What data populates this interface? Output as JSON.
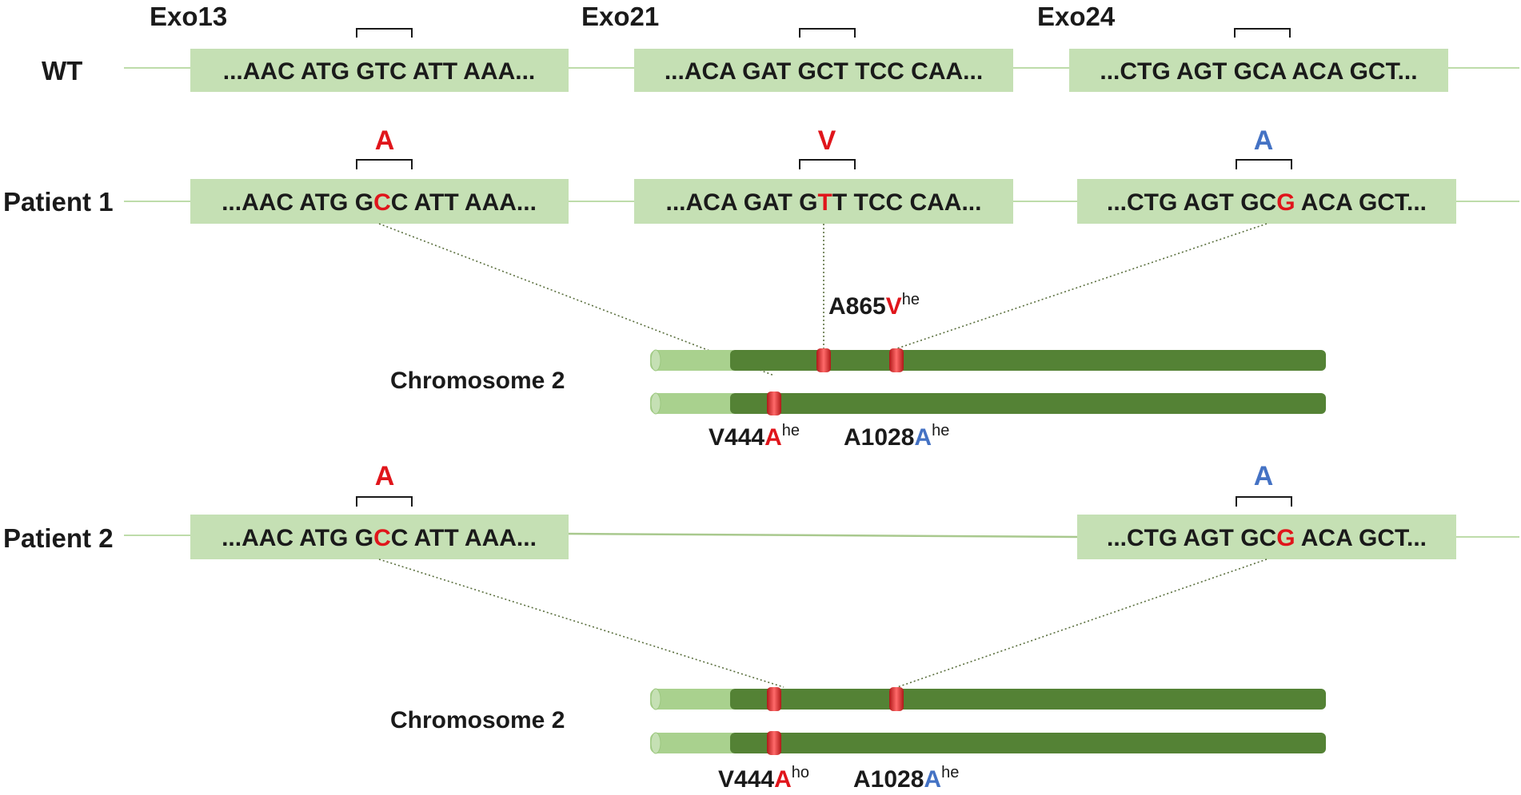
{
  "exons": {
    "exo13": "Exo13",
    "exo21": "Exo21",
    "exo24": "Exo24"
  },
  "rows": {
    "wt": "WT",
    "patient1": "Patient 1",
    "patient2": "Patient 2"
  },
  "sequences": {
    "wt": [
      {
        "text": "...AAC ATG GTC ATT AAA..."
      },
      {
        "text": "...ACA GAT GCT TCC CAA..."
      },
      {
        "text": "...CTG AGT GCA ACA GCT..."
      }
    ],
    "patient1": [
      {
        "pre": "...AAC ATG G",
        "mut": "C",
        "post": "C ATT AAA..."
      },
      {
        "pre": "...ACA GAT G",
        "mut": "T",
        "post": "T TCC CAA..."
      },
      {
        "pre": "...CTG AGT GC",
        "mut": "G",
        "post": " ACA GCT..."
      }
    ],
    "patient2": [
      {
        "pre": "...AAC ATG G",
        "mut": "C",
        "post": "C ATT AAA..."
      },
      {
        "pre": "...CTG AGT GC",
        "mut": "G",
        "post": " ACA GCT..."
      }
    ]
  },
  "amino_acids": {
    "patient1": [
      "A",
      "V",
      "A"
    ],
    "patient2": [
      "A",
      "A"
    ]
  },
  "chromosome_label": "Chromosome 2",
  "variants": {
    "p1_a865v": {
      "base": "A865",
      "aa": "V",
      "zyg": "he"
    },
    "p1_v444a": {
      "base": "V444",
      "aa": "A",
      "zyg": "he"
    },
    "p1_a1028a": {
      "base": "A1028",
      "aa": "A",
      "zyg": "he"
    },
    "p2_v444a": {
      "base": "V444",
      "aa": "A",
      "zyg": "ho"
    },
    "p2_a1028a": {
      "base": "A1028",
      "aa": "A",
      "zyg": "he"
    }
  },
  "colors": {
    "exon_fill": "#c5e0b4",
    "intron_line": "#a9d18e",
    "chrom_dark": "#548235",
    "chrom_light": "#a9d18e",
    "marker": "#e03030",
    "mut_red": "#e0151b",
    "syn_blue": "#4472c4",
    "text": "#1a1a1a"
  }
}
